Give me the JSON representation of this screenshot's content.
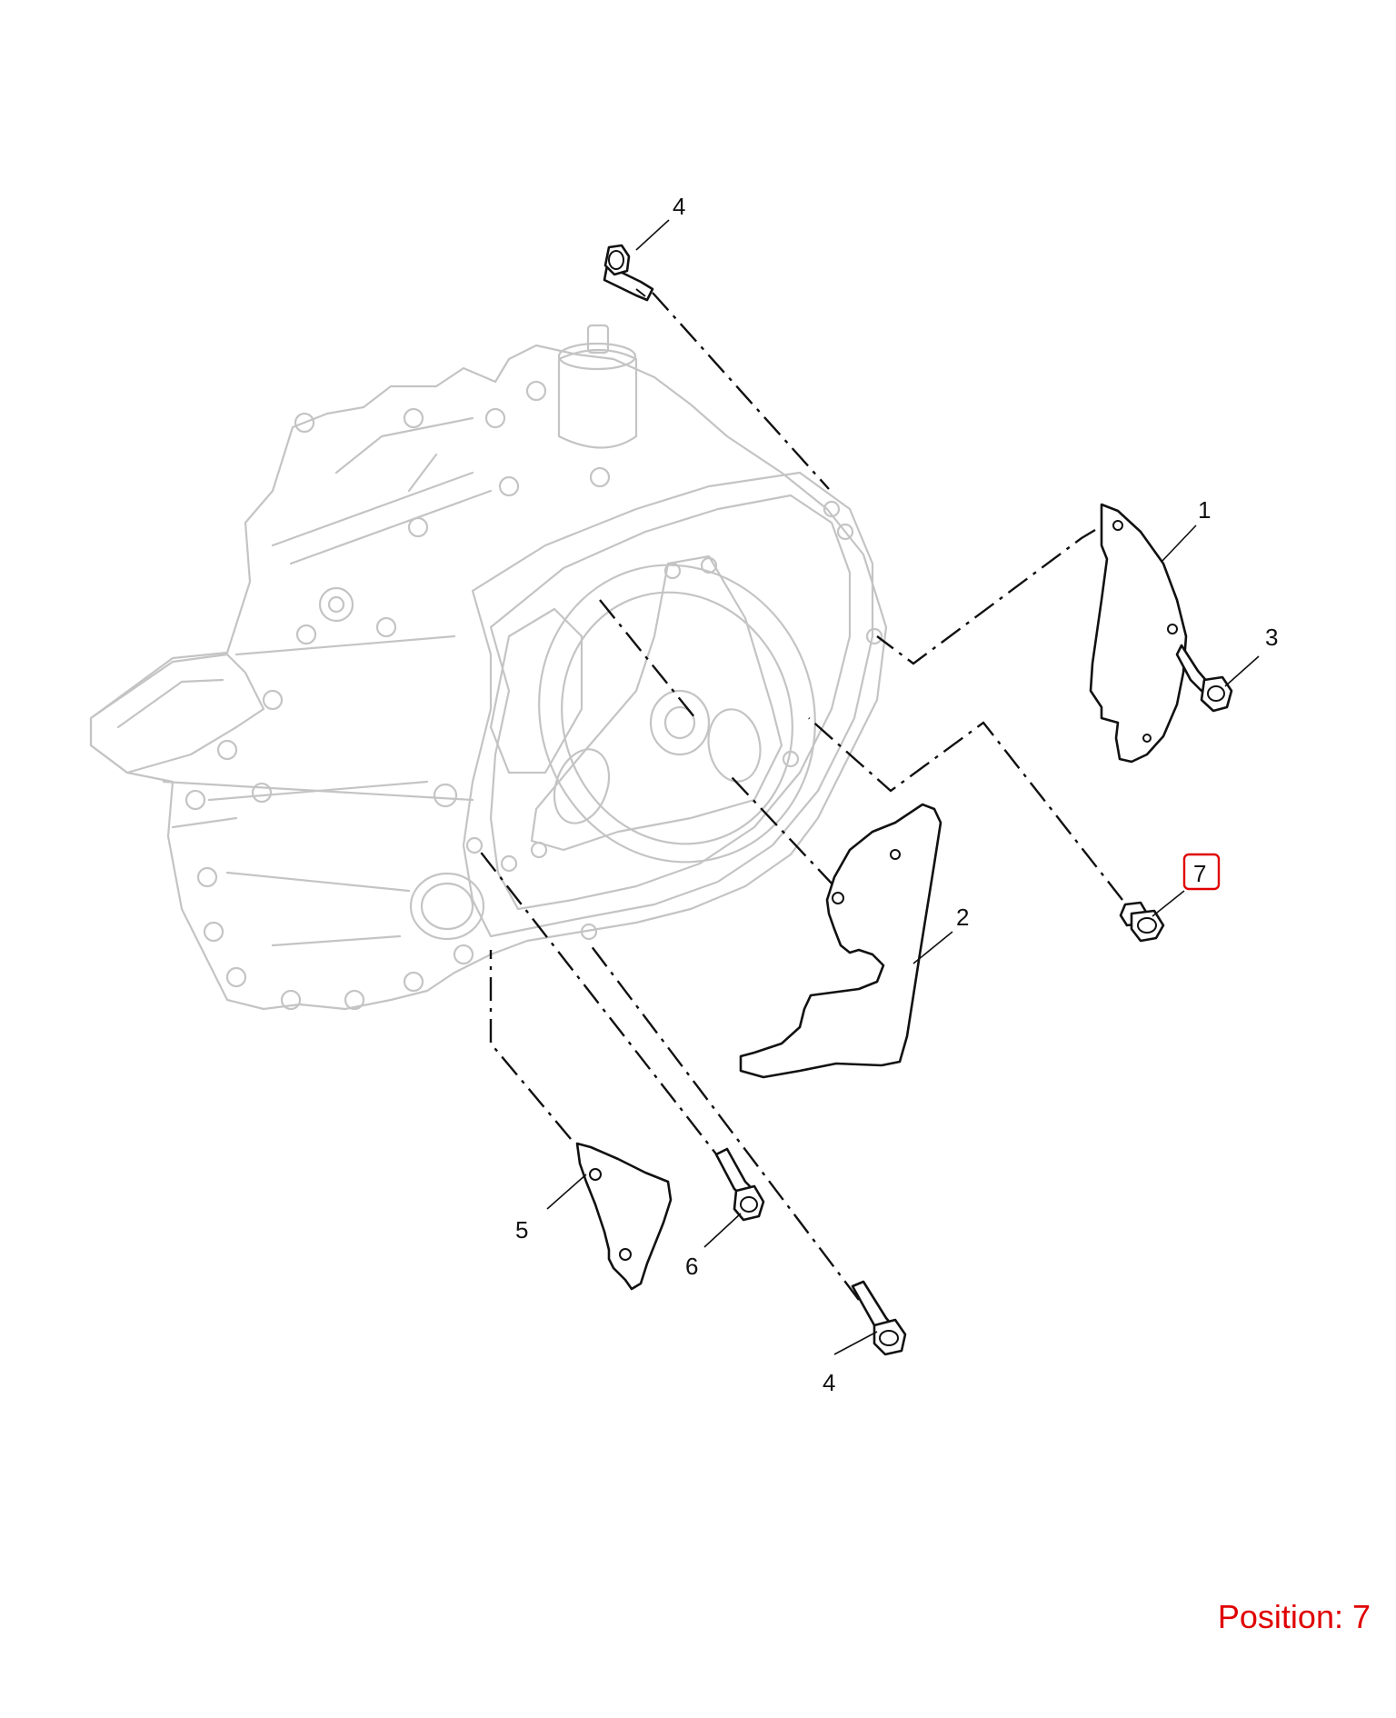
{
  "callouts": {
    "c1": "1",
    "c2": "2",
    "c3": "3",
    "c4_top": "4",
    "c4_bottom": "4",
    "c5": "5",
    "c6": "6",
    "c7": "7"
  },
  "highlighted_callout": "7",
  "position_label": "Position: 7",
  "colors": {
    "highlight": "#e00000",
    "line_art": "#111111",
    "housing_art": "#c4c4c4"
  }
}
